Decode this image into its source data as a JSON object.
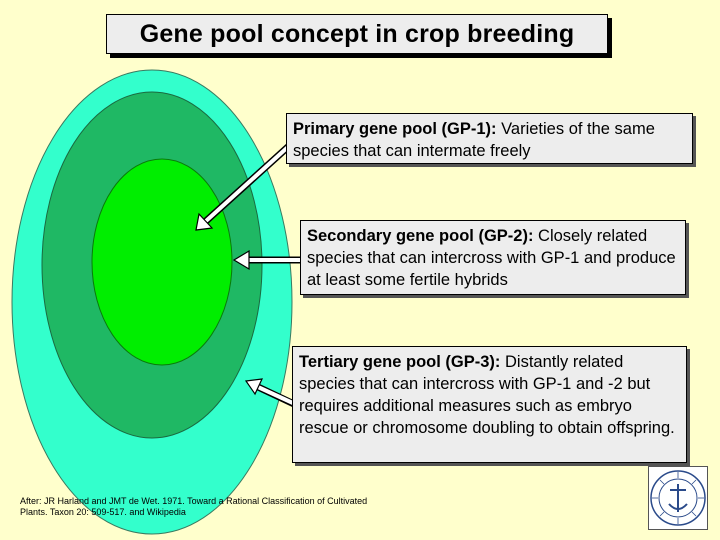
{
  "title": "Gene pool concept in crop breeding",
  "pools": [
    {
      "name": "Primary gene pool (GP-1):",
      "description": "Varieties of the same species that can intermate freely",
      "color": "#00ee00"
    },
    {
      "name": "Secondary gene pool (GP-2):",
      "description": "Closely related species that can intercross with GP-1 and produce at least some fertile hybrids",
      "color": "#1fb864"
    },
    {
      "name": "Tertiary gene pool (GP-3):",
      "description": "Distantly related species that can intercross with GP-1 and -2 but requires additional measures such as embryo rescue or chromosome doubling to obtain offspring.",
      "color": "#33ffcc"
    }
  ],
  "citation": "After: JR Harland and JMT de Wet. 1971. Toward a Rational Classification of Cultivated Plants. Taxon 20: 509-517. and Wikipedia",
  "seal_icon": "university-seal-icon"
}
